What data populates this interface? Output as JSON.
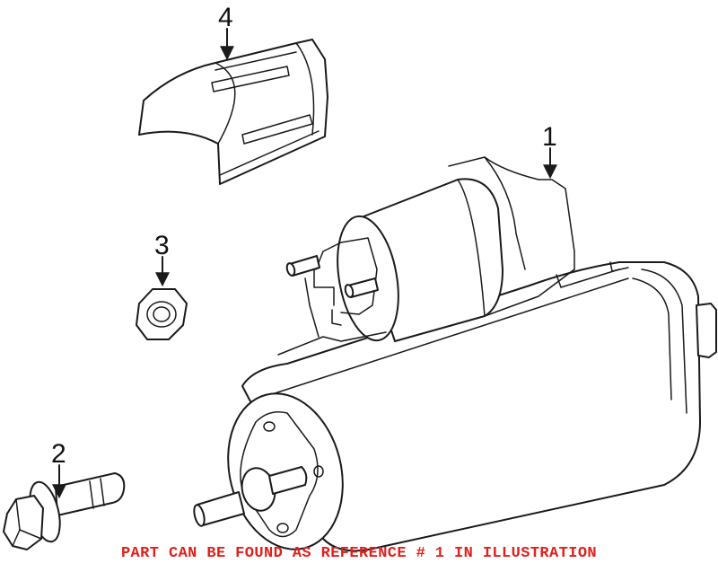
{
  "callouts": [
    {
      "id": "1",
      "label": "1"
    },
    {
      "id": "2",
      "label": "2"
    },
    {
      "id": "3",
      "label": "3"
    },
    {
      "id": "4",
      "label": "4"
    }
  ],
  "note": {
    "text": "PART CAN BE FOUND AS REFERENCE # 1 IN ILLUSTRATION",
    "color": "#e0201b"
  }
}
